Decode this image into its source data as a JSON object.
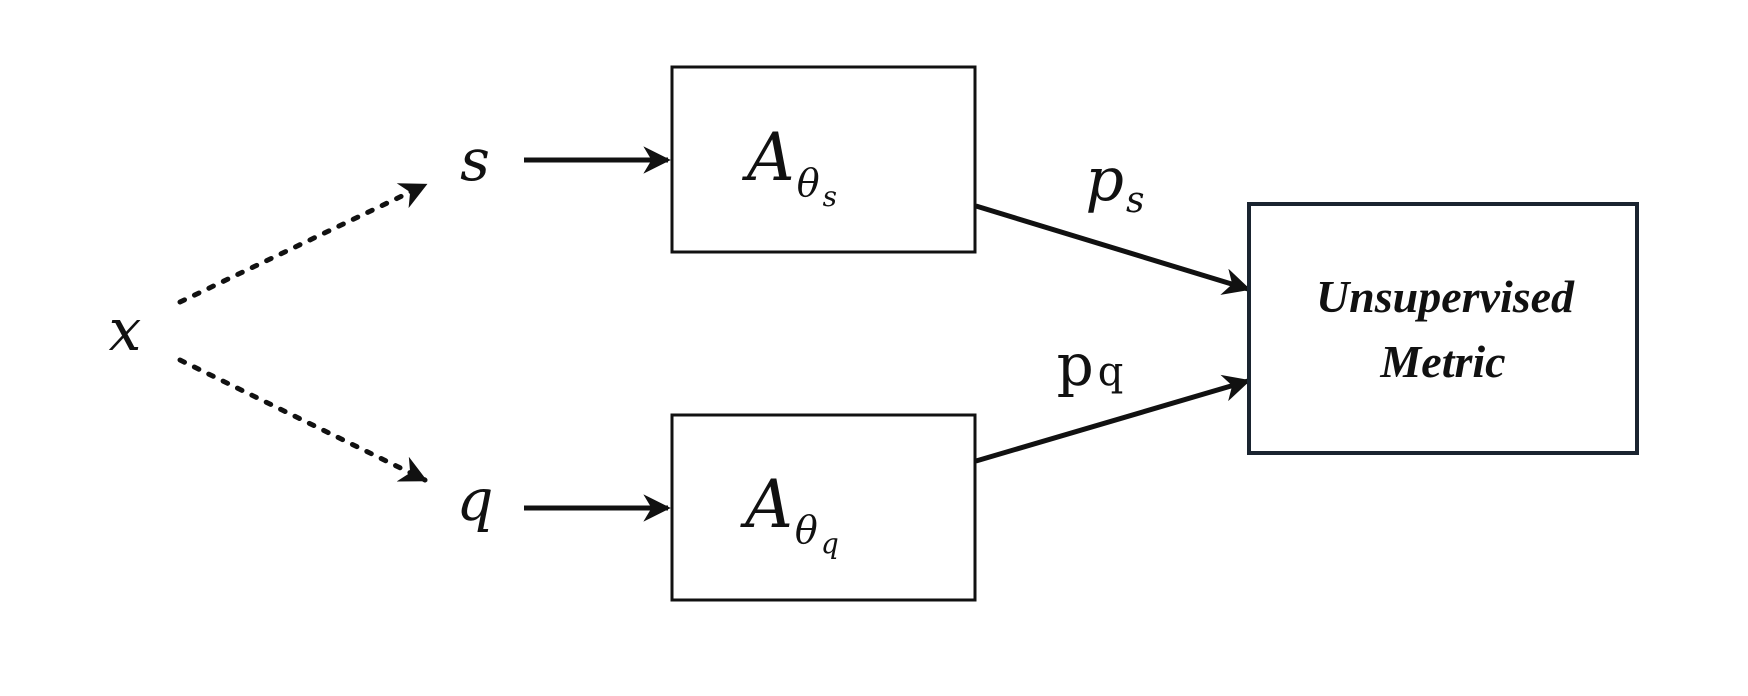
{
  "colors": {
    "stroke": "#111111",
    "metric_border": "#1a2430",
    "background": "#ffffff"
  },
  "nodes": {
    "input": {
      "symbol": "x"
    },
    "source": {
      "symbol": "s"
    },
    "query": {
      "symbol": "q"
    },
    "model_s": {
      "base": "A",
      "subscript": "θ",
      "subsubscript": "s"
    },
    "model_q": {
      "base": "A",
      "subscript": "θ",
      "subsubscript": "q"
    },
    "metric": {
      "line1": "Unsupervised",
      "line2": "Metric"
    }
  },
  "edges": {
    "p_s": {
      "base": "p",
      "subscript": "s"
    },
    "p_q": {
      "base": "p",
      "subscript": "q"
    }
  }
}
